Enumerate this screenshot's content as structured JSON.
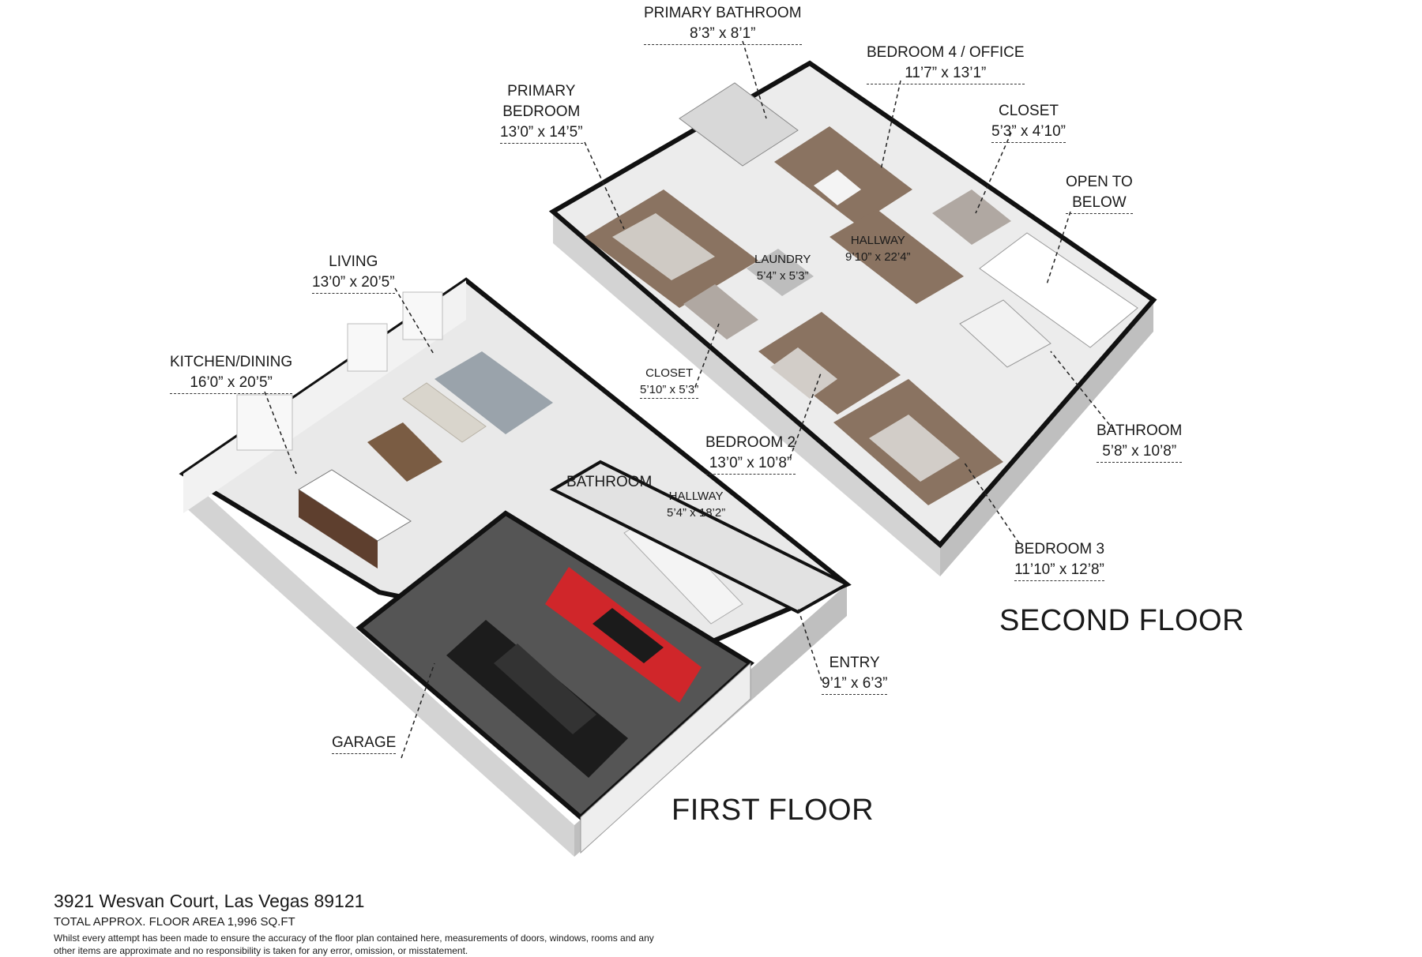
{
  "floors": {
    "first": "FIRST FLOOR",
    "second": "SECOND FLOOR"
  },
  "rooms": {
    "primary_bathroom": {
      "name": "PRIMARY BATHROOM",
      "dim": "8’3” x 8’1”"
    },
    "bedroom4": {
      "name": "BEDROOM 4 / OFFICE",
      "dim": "11’7” x 13’1”"
    },
    "primary_bedroom": {
      "name1": "PRIMARY",
      "name2": "BEDROOM",
      "dim": "13’0” x 14’5”"
    },
    "closet_upper": {
      "name": "CLOSET",
      "dim": "5’3” x 4’10”"
    },
    "open_to_below": {
      "name1": "OPEN TO",
      "name2": "BELOW"
    },
    "laundry": {
      "name": "LAUNDRY",
      "dim": "5’4” x 5’3”"
    },
    "hallway_upper": {
      "name": "HALLWAY",
      "dim": "9’10” x 22’4”"
    },
    "living": {
      "name": "LIVING",
      "dim": "13’0” x 20’5”"
    },
    "kitchen": {
      "name": "KITCHEN/DINING",
      "dim": "16’0” x 20’5”"
    },
    "closet_lower": {
      "name": "CLOSET",
      "dim": "5’10” x 5’3”"
    },
    "bedroom2": {
      "name": "BEDROOM 2",
      "dim": "13’0” x 10’8”"
    },
    "bathroom_upper": {
      "name": "BATHROOM",
      "dim": "5’8” x 10’8”"
    },
    "bathroom_lower": {
      "name": "BATHROOM"
    },
    "hallway_lower": {
      "name": "HALLWAY",
      "dim": "5’4” x 18’2”"
    },
    "bedroom3": {
      "name": "BEDROOM 3",
      "dim": "11’10” x 12’8”"
    },
    "entry": {
      "name": "ENTRY",
      "dim": "9’1” x 6’3”"
    },
    "garage": {
      "name": "GARAGE"
    }
  },
  "footer": {
    "address": "3921 Wesvan Court, Las Vegas 89121",
    "total_area": "TOTAL APPROX. FLOOR AREA 1,996 SQ.FT",
    "disclaimer": "Whilst every attempt has been made to ensure the accuracy of the floor plan contained here, measurements of doors, windows, rooms and any other items are approximate and no responsibility is taken for any error, omission, or misstatement."
  },
  "colors": {
    "wall_top": "#111111",
    "wall_side": "#d9d9d9",
    "floor_wood": "#8a7361",
    "floor_tile": "#e6e6e6",
    "floor_garage": "#4d4d4d",
    "car_red": "#d0262a",
    "car_black": "#1c1c1c"
  }
}
